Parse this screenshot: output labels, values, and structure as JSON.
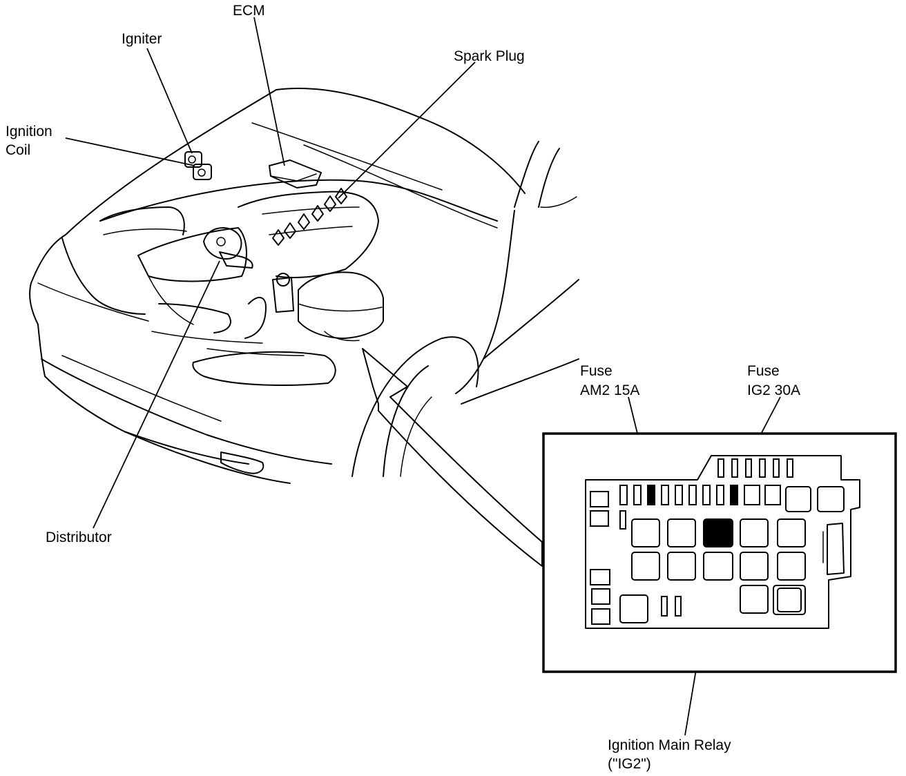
{
  "labels": {
    "ecm": "ECM",
    "igniter": "Igniter",
    "spark_plug": "Spark Plug",
    "ignition_coil_1": "Ignition",
    "ignition_coil_2": "Coil",
    "distributor": "Distributor",
    "fuse_am2_1": "Fuse",
    "fuse_am2_2": "AM2 15A",
    "fuse_ig2_1": "Fuse",
    "fuse_ig2_2": "IG2 30A",
    "relay_1": "Ignition Main Relay",
    "relay_2": "(\"IG2\")"
  }
}
